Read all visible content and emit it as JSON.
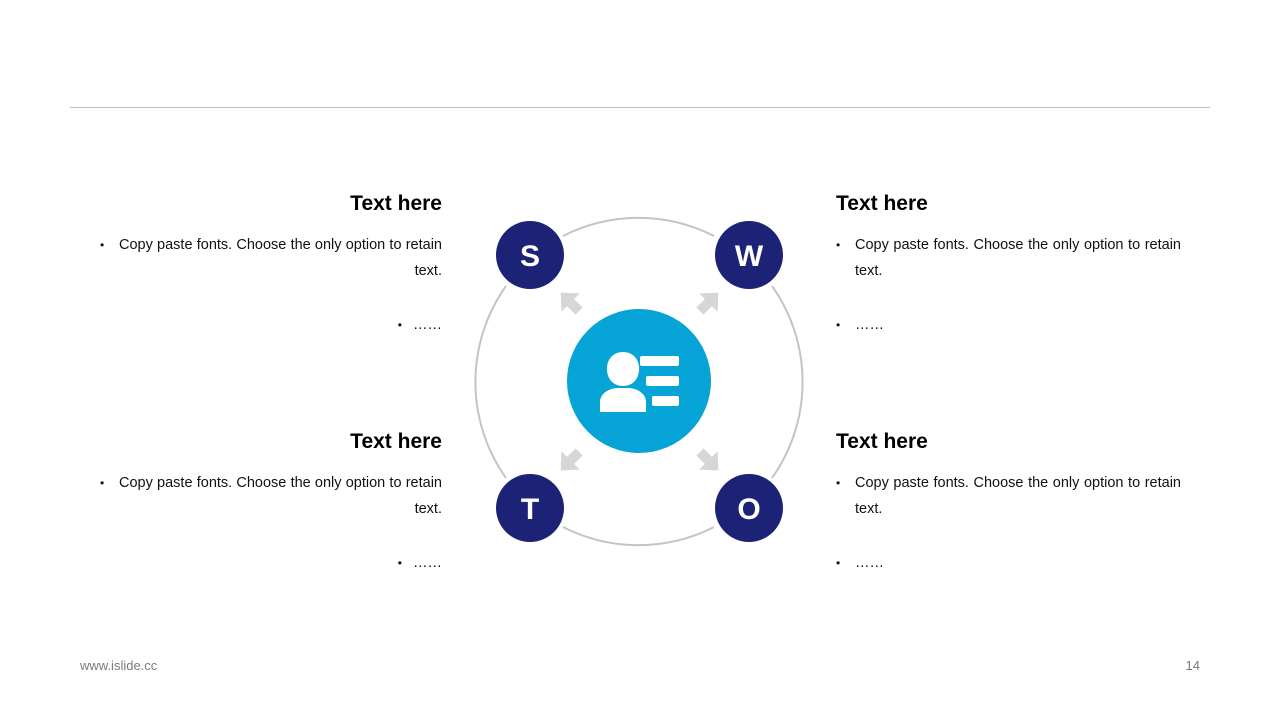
{
  "quadrants": [
    {
      "id": "S",
      "title": "Text here",
      "bullets": [
        "Copy paste fonts. Choose the only option to retain text.",
        "……"
      ]
    },
    {
      "id": "W",
      "title": "Text here",
      "bullets": [
        "Copy paste fonts. Choose the only option to retain text.",
        "……"
      ]
    },
    {
      "id": "T",
      "title": "Text here",
      "bullets": [
        "Copy paste fonts. Choose the only option to retain text.",
        "……"
      ]
    },
    {
      "id": "O",
      "title": "Text here",
      "bullets": [
        "Copy paste fonts. Choose the only option to retain text.",
        "……"
      ]
    }
  ],
  "center_icon": "person-list-icon",
  "colors": {
    "node": "#1c2377",
    "center": "#05a3d6",
    "ring": "#c4c4c4",
    "arrow": "#d6d6d6"
  },
  "footer": {
    "website": "www.islide.cc",
    "page_number": "14"
  }
}
